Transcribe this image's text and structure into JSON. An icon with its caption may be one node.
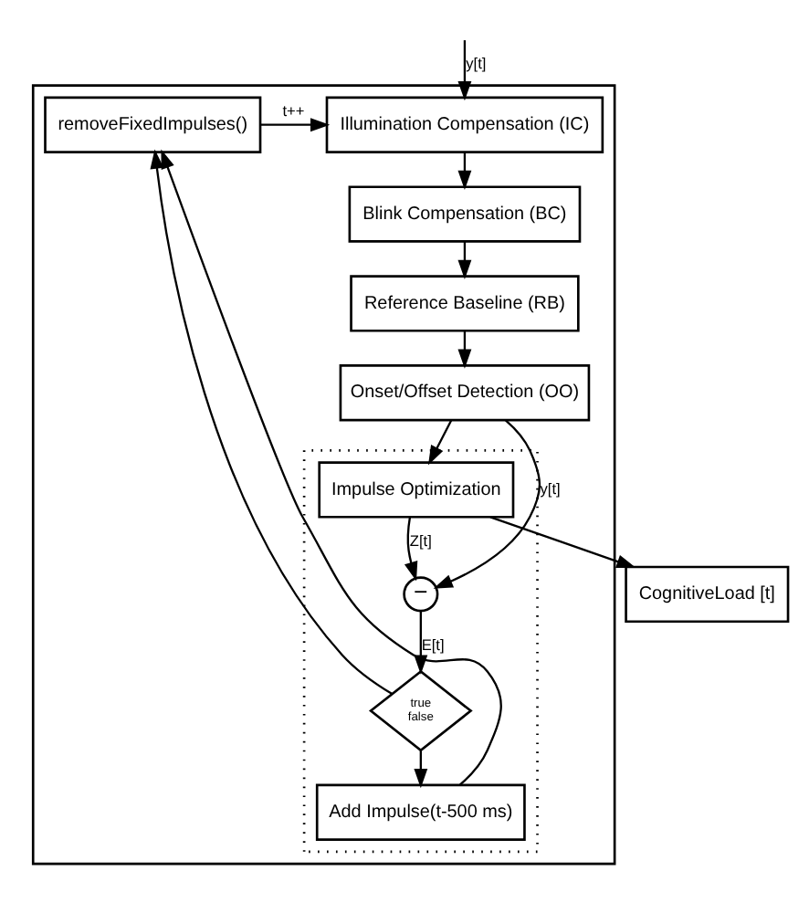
{
  "diagram": {
    "nodes": [
      {
        "text": [],
        "shape": "box"
      },
      {
        "text": [],
        "shape": "box",
        "in": 0
      },
      {
        "text": [
          "Illumination Compensation (IC)"
        ],
        "in": 0
      },
      {
        "text": [
          "Blink Compensation (BC)"
        ],
        "in": 0
      },
      {
        "text": [
          "Reference Baseline (RB)"
        ],
        "in": 0
      },
      {
        "text": [
          "Onset/Offset Detection (OO)"
        ],
        "in": 0
      },
      {
        "text": [
          "removeFixedImpulses()"
        ],
        "in": 0
      },
      {
        "text": [
          "Impulse Optimization"
        ],
        "in": 1
      },
      {
        "text": [
          "−"
        ],
        "in": 1
      },
      {
        "text": [
          "true",
          "false"
        ],
        "in": 1
      },
      {
        "text": [
          "Add Impulse(t-500 ms)"
        ],
        "in": 1
      },
      {
        "text": [
          "CognitiveLoad [t]"
        ]
      }
    ],
    "edges": [
      {
        "from": null,
        "to": 2,
        "arrow": "to",
        "label": "y[t]"
      },
      {
        "from": 6,
        "to": 2,
        "arrow": "to",
        "label": "t++"
      },
      {
        "from": 2,
        "to": 3,
        "arrow": "to"
      },
      {
        "from": 3,
        "to": 4,
        "arrow": "to"
      },
      {
        "from": 4,
        "to": 5,
        "arrow": "to"
      },
      {
        "from": 5,
        "to": 7,
        "arrow": "to"
      },
      {
        "from": 5,
        "to": 8,
        "arrow": "to",
        "label": "y[t]"
      },
      {
        "from": 7,
        "to": 8,
        "arrow": "to",
        "label": "Z[t]"
      },
      {
        "from": 7,
        "to": 11,
        "arrow": "to"
      },
      {
        "from": 8,
        "to": 9,
        "arrow": "to",
        "label": "E[t]"
      },
      {
        "from": 9,
        "to": 10,
        "arrow": "to"
      },
      {
        "from": 9,
        "to": 6,
        "arrow": "to"
      },
      {
        "from": 10,
        "to": 6,
        "arrow": "to"
      }
    ]
  }
}
